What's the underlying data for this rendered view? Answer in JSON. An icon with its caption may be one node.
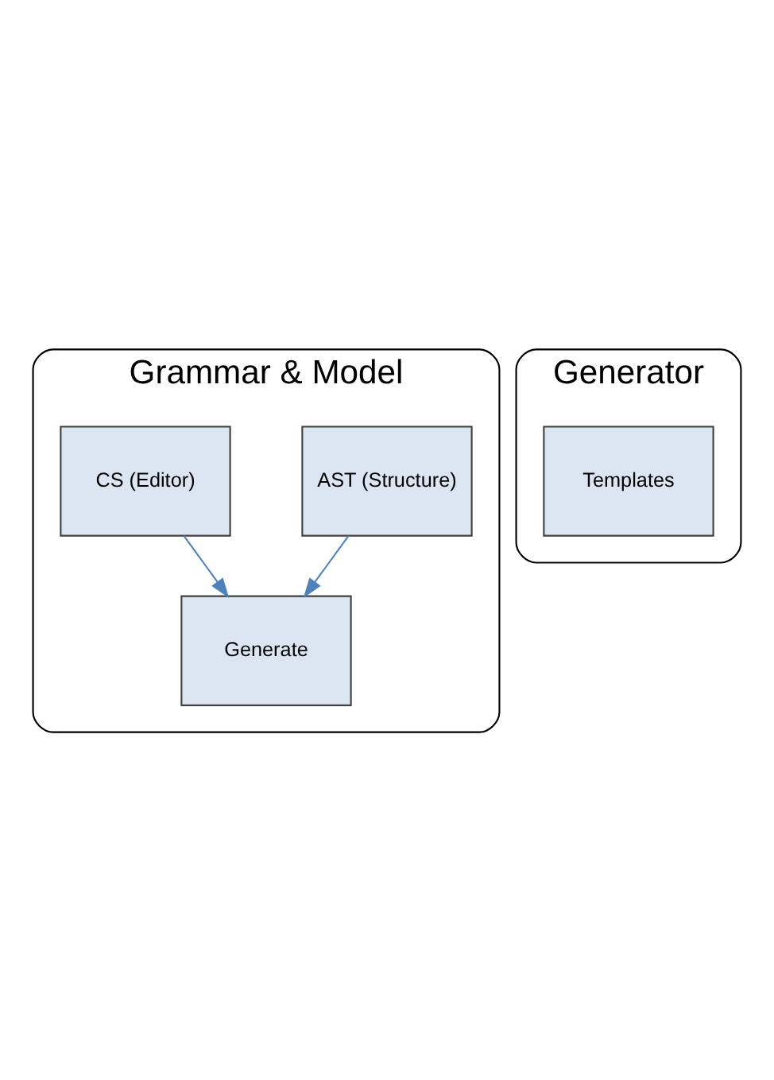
{
  "diagram": {
    "nodes": [
      {
        "text": [
          "Grammar & Model"
        ]
      },
      {
        "text": [
          "AST (Structure)"
        ],
        "in": 0
      },
      {
        "text": [
          "CS (Editor)"
        ],
        "in": 0
      },
      {
        "text": [
          "Generate"
        ],
        "in": 0
      },
      {
        "text": [
          "Generator"
        ]
      },
      {
        "text": [
          "Templates"
        ],
        "in": 4
      }
    ],
    "edges": [
      {
        "from": 1,
        "to": 3,
        "arrow": "to"
      },
      {
        "from": 2,
        "to": 3,
        "arrow": "to"
      }
    ]
  }
}
